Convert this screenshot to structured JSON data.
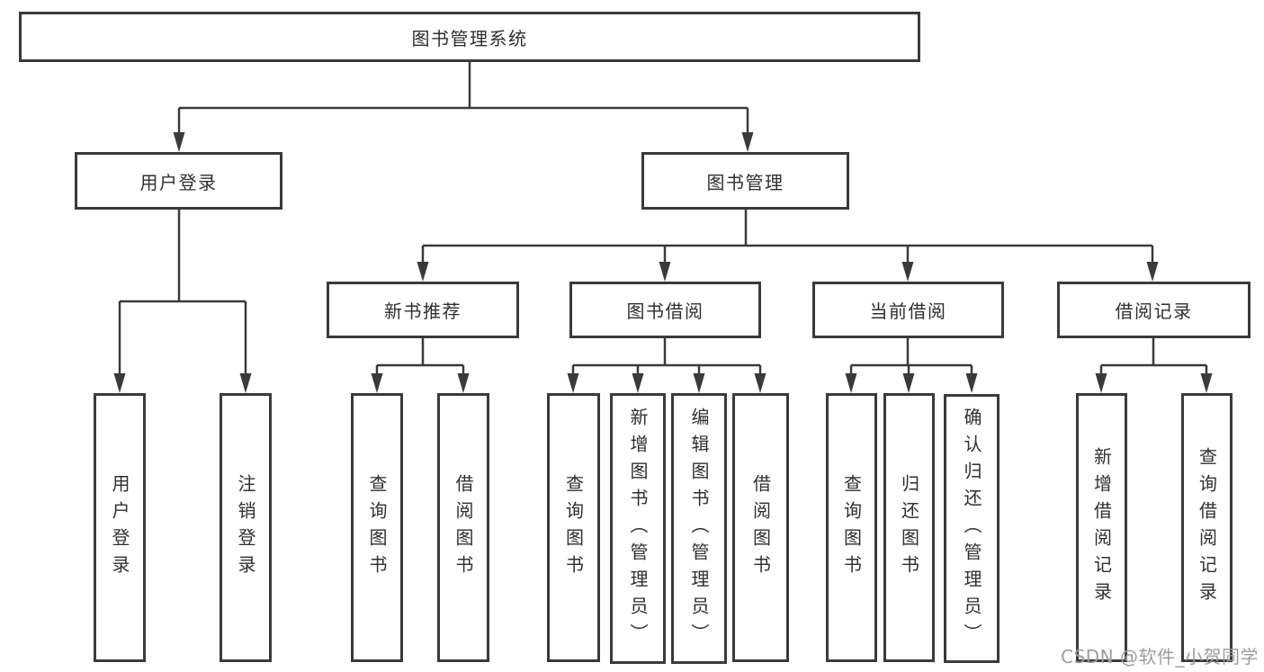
{
  "diagram": {
    "type": "tree",
    "title": "图书管理系统",
    "colors": {
      "line": "#3a3a3a",
      "box_border": "#3a3a3a",
      "text": "#2f2f2f",
      "watermark": "#9c9c9c",
      "background": "#ffffff"
    },
    "nodes": [
      {
        "id": "root",
        "label": "图书管理系统",
        "parent": null
      },
      {
        "id": "user-login",
        "label": "用户登录",
        "parent": "root"
      },
      {
        "id": "book-management",
        "label": "图书管理",
        "parent": "root"
      },
      {
        "id": "new-book-recommend",
        "label": "新书推荐",
        "parent": "book-management"
      },
      {
        "id": "book-borrow",
        "label": "图书借阅",
        "parent": "book-management"
      },
      {
        "id": "current-borrow",
        "label": "当前借阅",
        "parent": "book-management"
      },
      {
        "id": "borrow-records",
        "label": "借阅记录",
        "parent": "book-management"
      },
      {
        "id": "user-login-action",
        "label": "用户登录",
        "parent": "user-login"
      },
      {
        "id": "logout-action",
        "label": "注销登录",
        "parent": "user-login"
      },
      {
        "id": "query-books-recommend",
        "label": "查询图书",
        "parent": "new-book-recommend"
      },
      {
        "id": "borrow-books-recommend",
        "label": "借阅图书",
        "parent": "new-book-recommend"
      },
      {
        "id": "query-books-borrow",
        "label": "查询图书",
        "parent": "book-borrow"
      },
      {
        "id": "add-books-admin",
        "label": "新增图书（管理员）",
        "parent": "book-borrow"
      },
      {
        "id": "edit-books-admin",
        "label": "编辑图书（管理员）",
        "parent": "book-borrow"
      },
      {
        "id": "borrow-books",
        "label": "借阅图书",
        "parent": "book-borrow"
      },
      {
        "id": "query-books-current",
        "label": "查询图书",
        "parent": "current-borrow"
      },
      {
        "id": "return-books",
        "label": "归还图书",
        "parent": "current-borrow"
      },
      {
        "id": "confirm-return-admin",
        "label": "确认归还（管理员）",
        "parent": "current-borrow"
      },
      {
        "id": "add-borrow-record",
        "label": "新增借阅记录",
        "parent": "borrow-records"
      },
      {
        "id": "query-borrow-record",
        "label": "查询借阅记录",
        "parent": "borrow-records"
      }
    ],
    "watermark": {
      "text": "CSDN @软件_小贺同学"
    }
  }
}
